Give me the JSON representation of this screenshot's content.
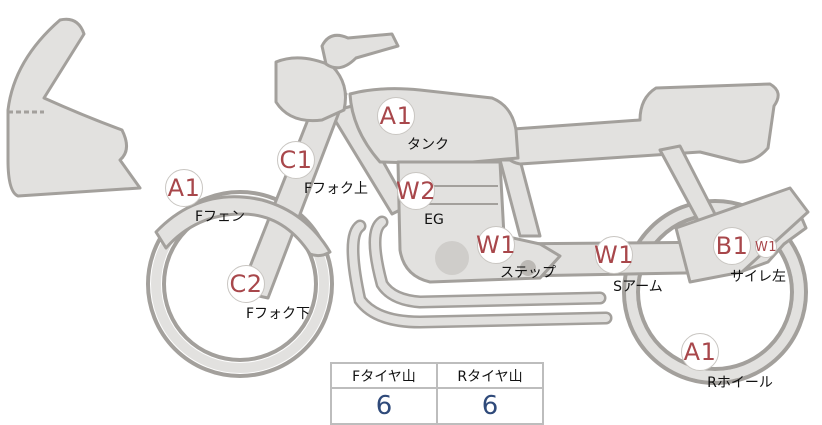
{
  "diagram": {
    "codes": [
      {
        "id": "tank",
        "code": "A1",
        "label": "タンク"
      },
      {
        "id": "front-fork-upper",
        "code": "C1",
        "label": "Fフォク上"
      },
      {
        "id": "front-fender",
        "code": "A1",
        "label": "Fフェン"
      },
      {
        "id": "engine",
        "code": "W2",
        "label": "EG"
      },
      {
        "id": "step",
        "code": "W1",
        "label": "ステップ"
      },
      {
        "id": "swing-arm",
        "code": "W1",
        "label": "Sアーム"
      },
      {
        "id": "muffler-left",
        "code": "B1",
        "extra_code": "W1",
        "label": "サイレ左"
      },
      {
        "id": "front-fork-lower",
        "code": "C2",
        "label": "Fフォク下"
      },
      {
        "id": "rear-wheel",
        "code": "A1",
        "label": "Rホイール"
      }
    ]
  },
  "tread_table": {
    "headers": [
      "Fタイヤ山",
      "Rタイヤ山"
    ],
    "values": [
      "6",
      "6"
    ]
  },
  "colors": {
    "code_text": "#a8474b",
    "value_text": "#2f4a7a",
    "outline": "#a3a09c",
    "fill": "#e2e1df"
  }
}
